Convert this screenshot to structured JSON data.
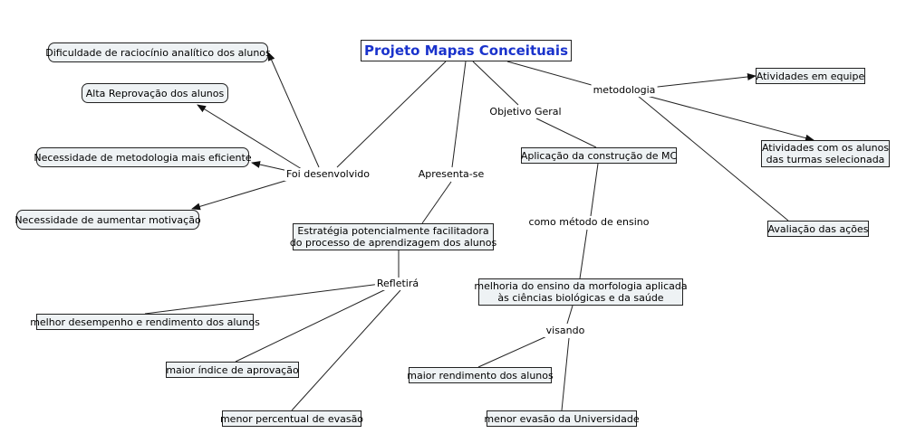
{
  "root": "Projeto Mapas Conceituais",
  "links": {
    "foi_desenvolvido": "Foi desenvolvido",
    "apresenta_se": "Apresenta-se",
    "objetivo_geral": "Objetivo Geral",
    "metodologia": "metodologia",
    "como_metodo": "como método de ensino",
    "refletira": "Refletirá",
    "visando": "visando"
  },
  "concepts": {
    "dificuldade": "Dificuldade de raciocínio analítico dos alunos",
    "alta_reprovacao": "Alta Reprovação dos alunos",
    "necessidade_metodologia": "Necessidade de metodologia mais eficiente",
    "necessidade_motivacao": "Necessidade de aumentar motivação",
    "estrategia": [
      "Estratégia potencialmente facilitadora",
      "do processo de aprendizagem dos alunos"
    ],
    "aplicacao": "Aplicação da construção de MC",
    "atividades_equipe": "Atividades em equipe",
    "atividades_turmas": [
      "Atividades com os alunos",
      "das turmas selecionada"
    ],
    "avaliacao": "Avaliação das ações",
    "melhoria": [
      "melhoria do ensino da morfologia aplicada",
      "às ciências biológicas e da saúde"
    ],
    "melhor_desempenho": "melhor desempenho e rendimento dos alunos",
    "maior_indice": "maior índice de aprovação",
    "menor_percentual": "menor percentual de evasão",
    "maior_rendimento": "maior rendimento dos alunos",
    "menor_evasao": "menor evasão da Universidade"
  },
  "colors": {
    "root_text": "#1a33cc",
    "node_fill": "#eef2f4",
    "line": "#222222"
  }
}
